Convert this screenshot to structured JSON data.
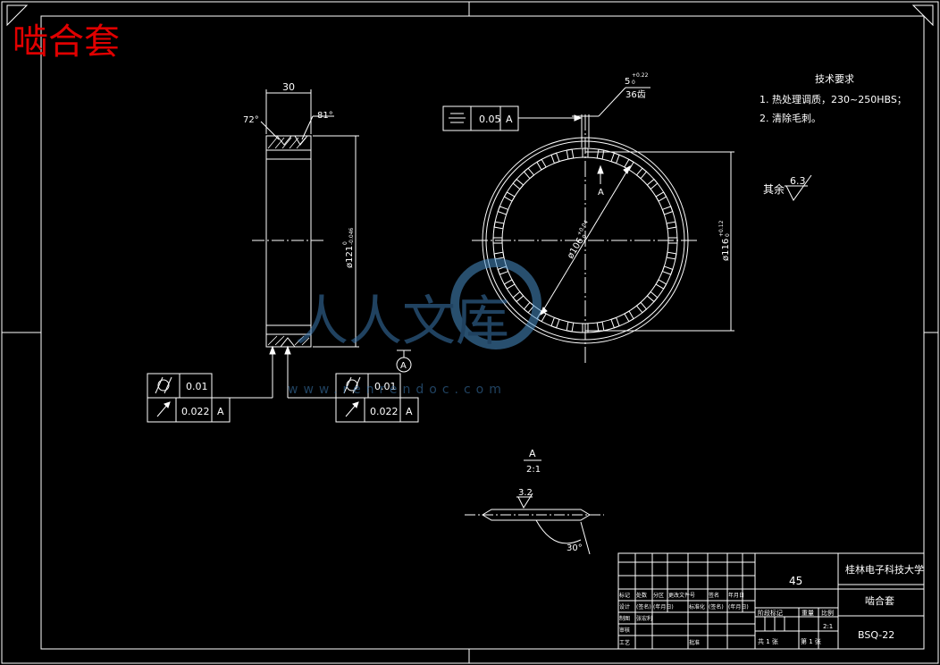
{
  "stamp": {
    "text": "啮合套"
  },
  "side_view": {
    "width_dim": "30",
    "angle_left": "72°",
    "angle_right": "81°",
    "diameter": "ø121",
    "diameter_tol_upper": "0",
    "diameter_tol_lower": "-0.046"
  },
  "tolerance_frames": {
    "left": {
      "row1_value": "0.01",
      "row2_value": "0.022",
      "row2_datum": "A"
    },
    "middle": {
      "row1_value": "0.01",
      "row2_value": "0.022",
      "row2_datum": "A"
    },
    "datum_symbol": "A"
  },
  "front_view": {
    "symmetry_frame_value": "0.05",
    "symmetry_frame_datum": "A",
    "slot_width": "5",
    "slot_tol_upper": "+0.22",
    "slot_tol_lower": "0",
    "slot_count": "36齿",
    "inner_diameter": "ø106",
    "inner_tol_upper": "+0.04",
    "inner_tol_lower": "0",
    "outer_diameter": "ø116",
    "outer_tol_upper": "+0.12",
    "outer_tol_lower": "0",
    "detail_marker": "A",
    "slot_total": 36
  },
  "tech_requirements": {
    "title": "技术要求",
    "item1": "1. 热处理调质，230~250HBS；",
    "item2": "2. 清除毛刺。"
  },
  "roughness_note": {
    "label": "其余",
    "value": "6.3"
  },
  "detail_view": {
    "title": "A",
    "scale": "2:1",
    "roughness": "3.2",
    "angle": "30°"
  },
  "title_block": {
    "material": "45",
    "university": "桂林电子科技大学",
    "part_name": "啮合套",
    "drawing_no": "BSQ-22",
    "scale": "2:1",
    "headers": [
      "标记",
      "处数",
      "分区",
      "更改文件号",
      "签名",
      "年月日"
    ],
    "design_row": [
      "设计",
      "(签名)",
      "(年月日)",
      "标准化",
      "(签名)",
      "(年月日)"
    ],
    "row3": [
      "制图",
      "张宏利"
    ],
    "row4": [
      "审核"
    ],
    "row5": [
      "工艺",
      "",
      "",
      "批准"
    ],
    "stage_label": "阶段标记",
    "weight_label": "重量",
    "scale_label": "比例",
    "sheet_total": "共 1 张",
    "sheet_no": "第 1 张"
  },
  "watermark": {
    "text": "人人文库",
    "url": "www.renrendoc.com"
  }
}
